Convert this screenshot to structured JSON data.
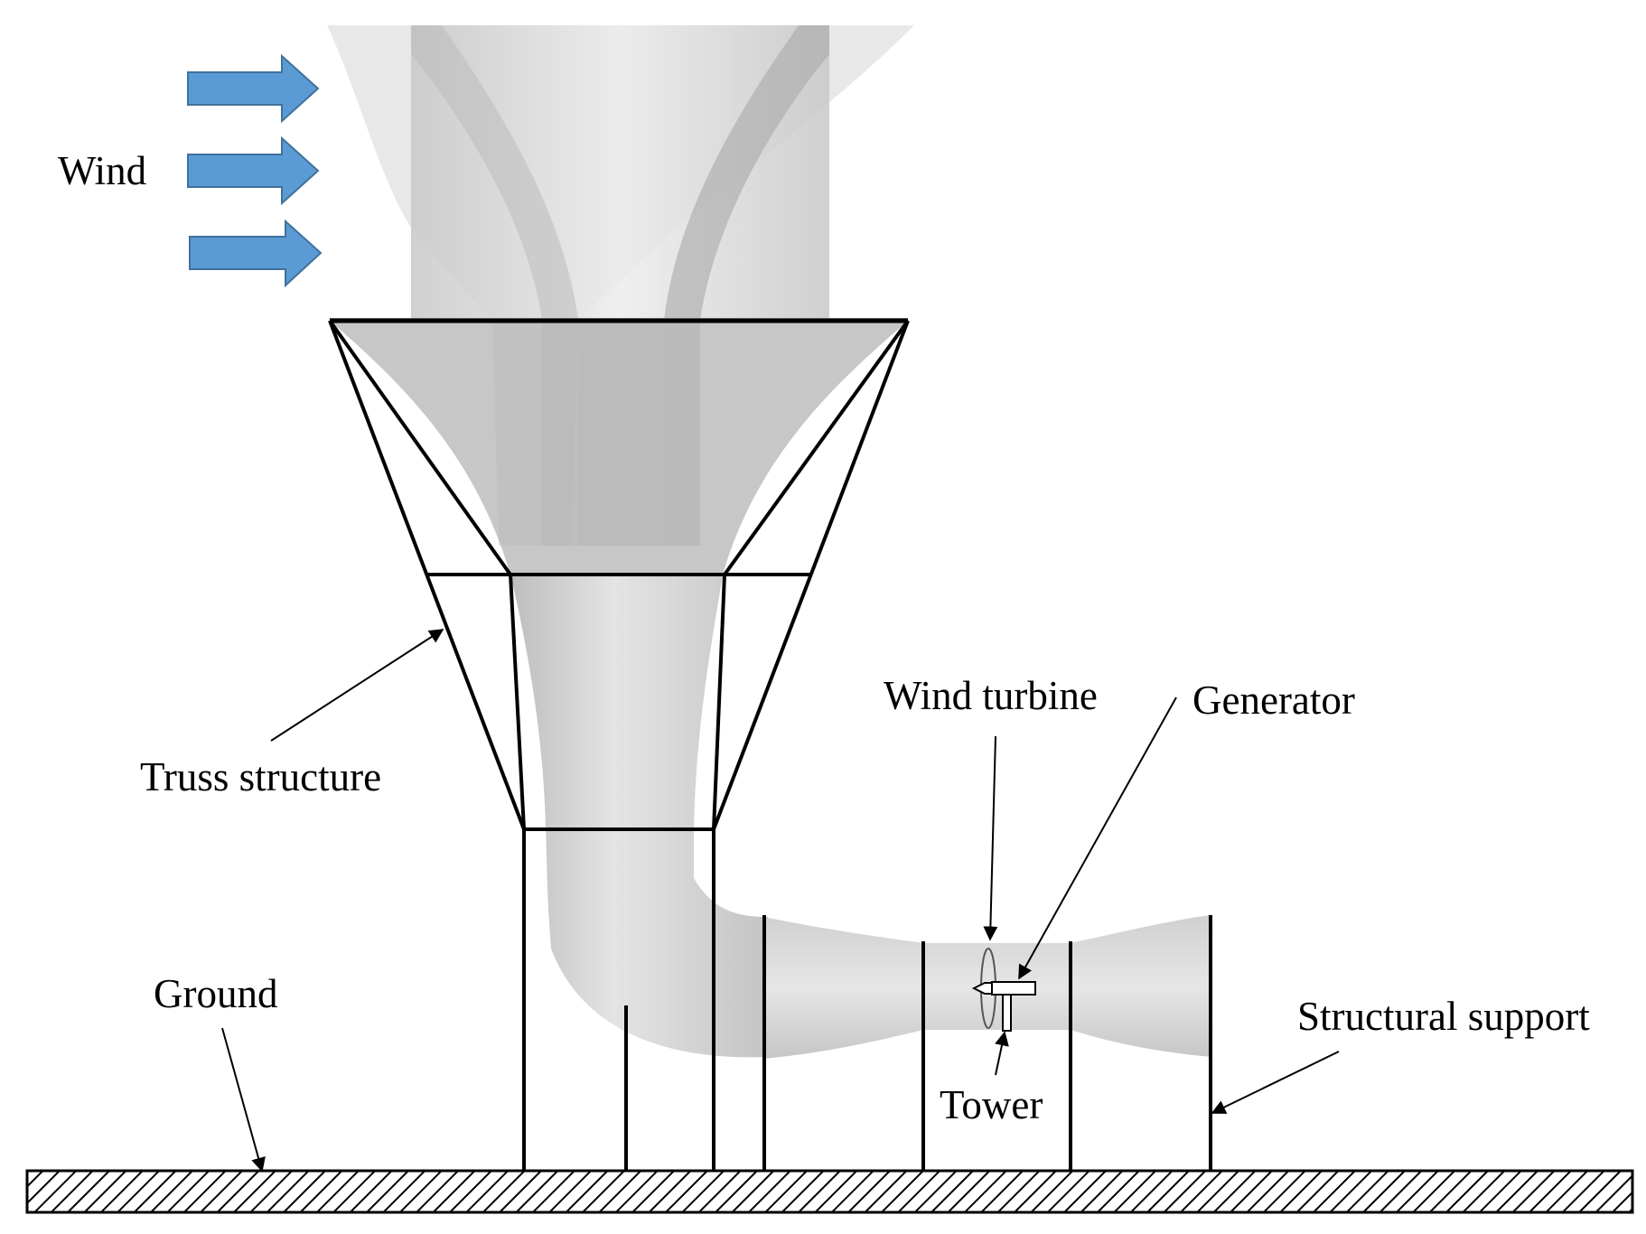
{
  "labels": {
    "wind": "Wind",
    "truss_structure": "Truss structure",
    "wind_turbine": "Wind turbine",
    "generator": "Generator",
    "ground": "Ground",
    "structural_support": "Structural support",
    "tower": "Tower"
  },
  "colors": {
    "wind_arrow": "#5B9BD5",
    "wind_arrow_edge": "#41719C",
    "funnel_light": "#e2e2e2",
    "funnel_mid": "#cccccc",
    "funnel_dark": "#a6a6a6",
    "duct": "#d4d4d4",
    "structure_line": "#000000",
    "leader_line": "#000000"
  }
}
